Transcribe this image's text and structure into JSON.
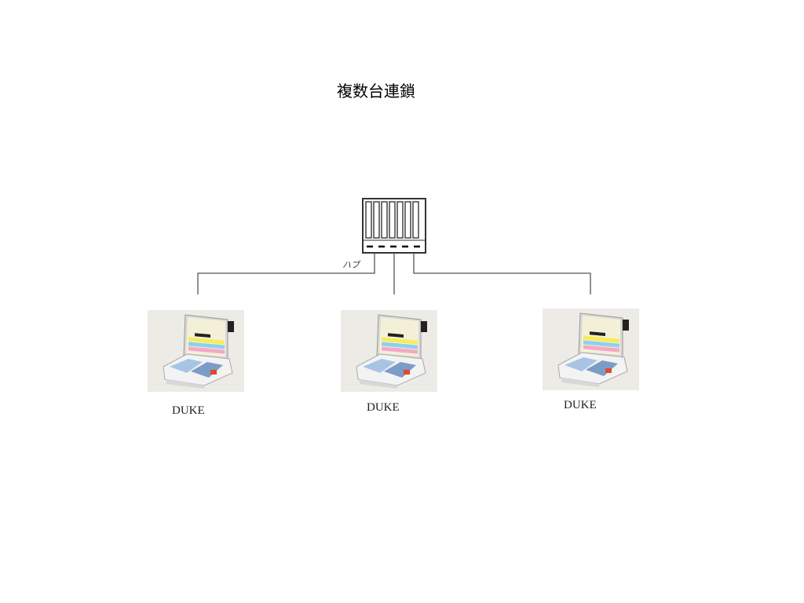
{
  "title": "複数台連鎖",
  "hub": {
    "label": "ハブ"
  },
  "terminals": [
    {
      "label": "DUKE"
    },
    {
      "label": "DUKE"
    },
    {
      "label": "DUKE"
    }
  ]
}
